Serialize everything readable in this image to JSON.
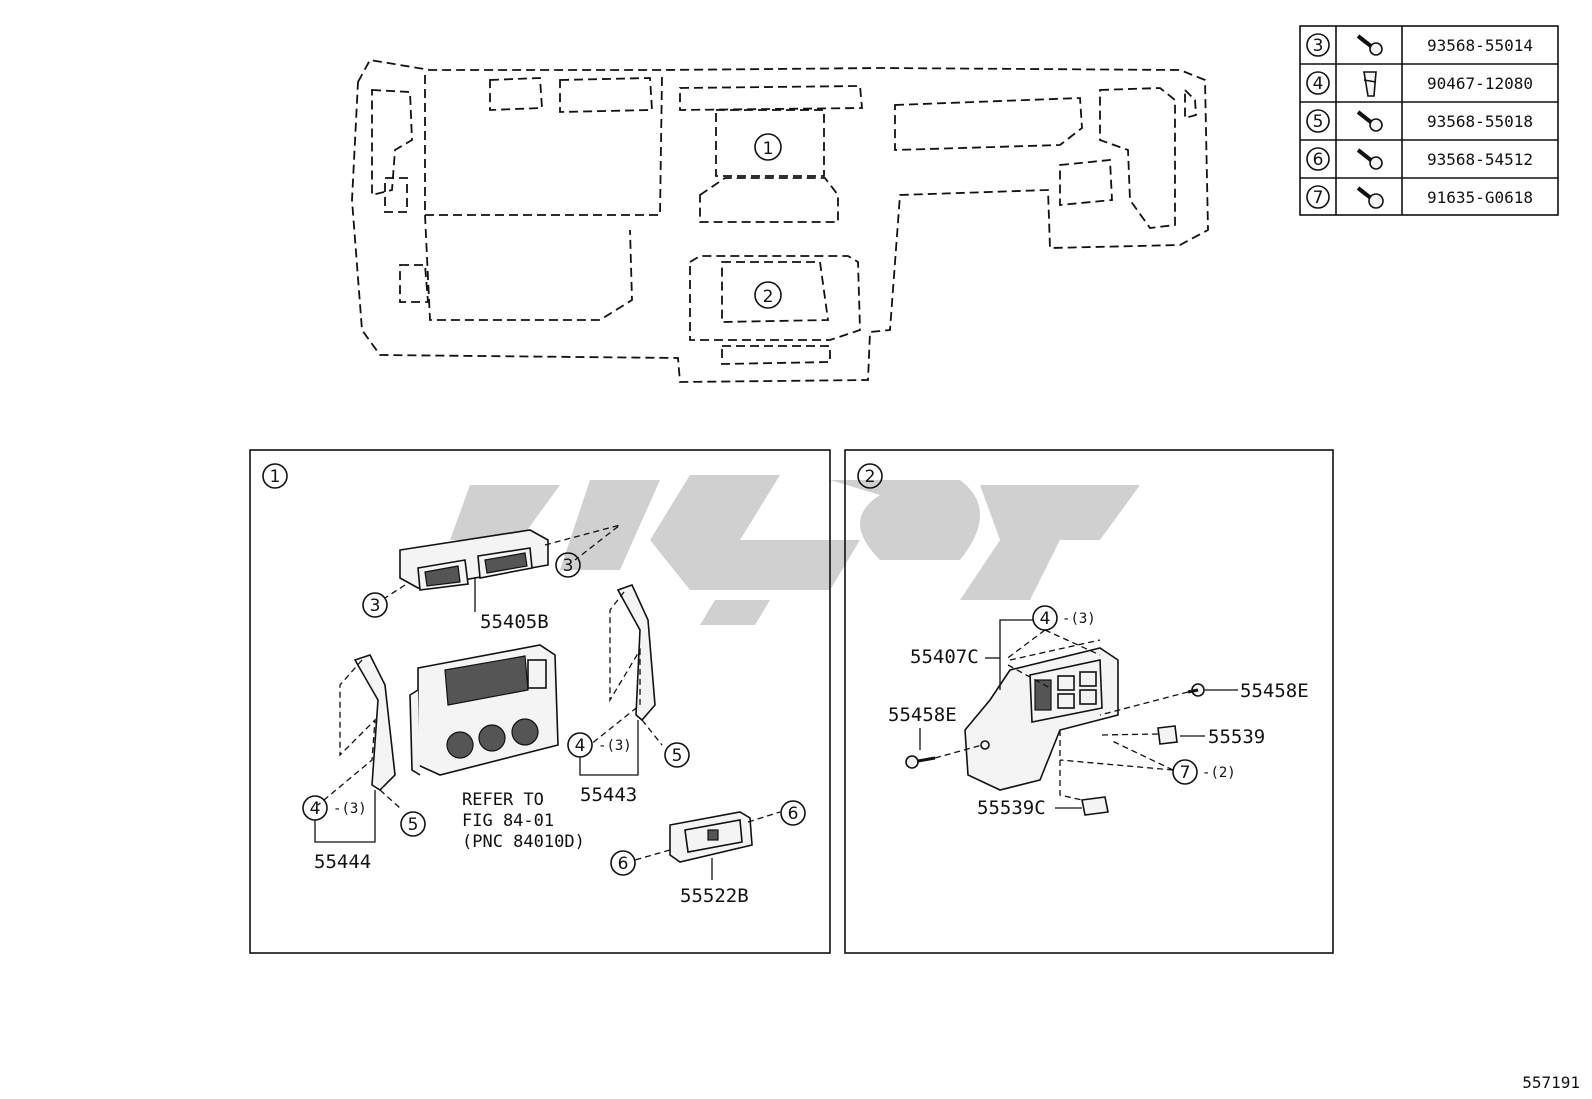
{
  "diagram_id": "557191",
  "fastener_table": [
    {
      "ref": "3",
      "part_no": "93568-55014",
      "icon": "screw-icon"
    },
    {
      "ref": "4",
      "part_no": "90467-12080",
      "icon": "clip-icon"
    },
    {
      "ref": "5",
      "part_no": "93568-55018",
      "icon": "screw-icon"
    },
    {
      "ref": "6",
      "part_no": "93568-54512",
      "icon": "screw-icon"
    },
    {
      "ref": "7",
      "part_no": "91635-G0618",
      "icon": "screw-icon"
    }
  ],
  "overview": {
    "callout_1": "1",
    "callout_2": "2"
  },
  "panel_1": {
    "tag": "1",
    "labels": {
      "vent_part": "55405B",
      "left_trim": "55444",
      "right_trim": "55443",
      "switch_part": "55522B",
      "refer_line1": "REFER TO",
      "refer_line2": "FIG 84-01",
      "refer_line3": "(PNC 84010D)",
      "qty3": "(3)"
    },
    "callouts": {
      "c3a": "3",
      "c3b": "3",
      "c4a": "4",
      "c4b": "4",
      "c5a": "5",
      "c5b": "5",
      "c6a": "6",
      "c6b": "6"
    }
  },
  "panel_2": {
    "tag": "2",
    "labels": {
      "bezel_part": "55407C",
      "screw_right": "55458E",
      "screw_left": "55458E",
      "cap_a": "55539",
      "cap_b": "55539C",
      "qty3": "(3)",
      "qty2": "(2)"
    },
    "callouts": {
      "c4": "4",
      "c7": "7"
    }
  }
}
